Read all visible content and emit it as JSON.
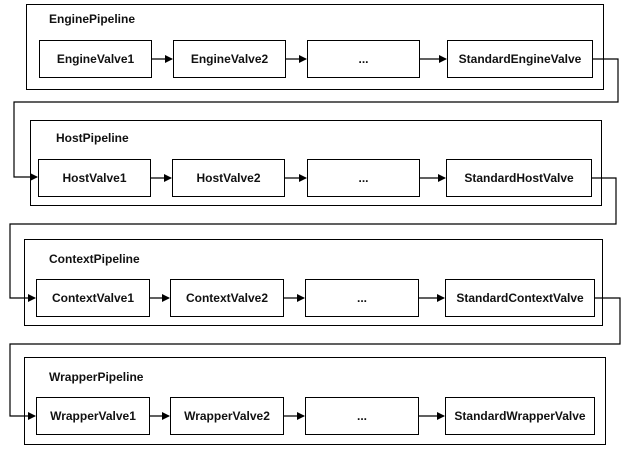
{
  "pipelines": [
    {
      "title": "EnginePipeline",
      "valves": [
        "EngineValve1",
        "EngineValve2",
        "...",
        "StandardEngineValve"
      ]
    },
    {
      "title": "HostPipeline",
      "valves": [
        "HostValve1",
        "HostValve2",
        "...",
        "StandardHostValve"
      ]
    },
    {
      "title": "ContextPipeline",
      "valves": [
        "ContextValve1",
        "ContextValve2",
        "...",
        "StandardContextValve"
      ]
    },
    {
      "title": "WrapperPipeline",
      "valves": [
        "WrapperValve1",
        "WrapperValve2",
        "...",
        "StandardWrapperValve"
      ]
    }
  ]
}
